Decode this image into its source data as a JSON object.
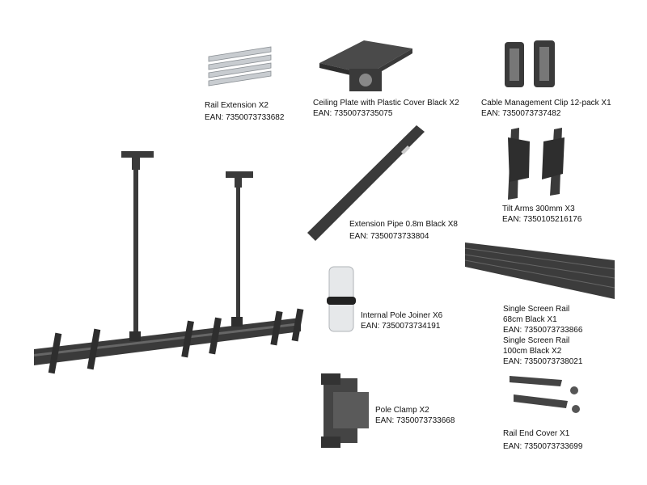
{
  "parts": [
    {
      "name": "Rail Extension X2",
      "ean": "EAN: 7350073733682"
    },
    {
      "name": "Ceiling Plate with Plastic Cover Black X2",
      "ean": "EAN: 7350073735075"
    },
    {
      "name": "Cable Management Clip 12-pack X1",
      "ean": "EAN: 7350073737482"
    },
    {
      "name": "Extension Pipe 0.8m Black X8",
      "ean": "EAN: 7350073733804"
    },
    {
      "name": "Tilt Arms 300mm X3",
      "ean": "EAN: 7350105216176"
    },
    {
      "name": "Internal Pole Joiner X6",
      "ean": "EAN: 7350073734191"
    },
    {
      "name_line1": "Single Screen Rail",
      "name_line2": "68cm Black X1",
      "ean": "EAN: 7350073733866"
    },
    {
      "name_line1": "Single Screen Rail",
      "name_line2": "100cm Black X2",
      "ean": "EAN: 7350073738021"
    },
    {
      "name": "Pole Clamp X2",
      "ean": "EAN: 7350073733668"
    },
    {
      "name": "Rail End Cover X1",
      "ean": "EAN: 7350073733699"
    }
  ],
  "colors": {
    "part_dark": "#3a3a3a",
    "part_mid": "#5a5a5a",
    "part_silver": "#c8ccd0"
  }
}
